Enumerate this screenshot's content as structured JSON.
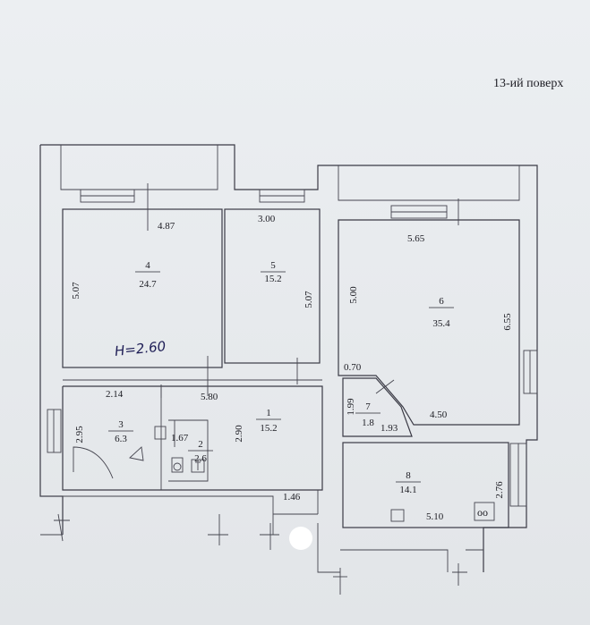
{
  "floor_label": "13-ий поверх",
  "height_note": "H=2.60",
  "rooms": [
    {
      "id": "room-4",
      "number": "4",
      "area": "24.7"
    },
    {
      "id": "room-5",
      "number": "5",
      "area": "15.2"
    },
    {
      "id": "room-6",
      "number": "6",
      "area": "35.4"
    },
    {
      "id": "room-1",
      "number": "1",
      "area": "15.2"
    },
    {
      "id": "room-3",
      "number": "3",
      "area": "6.3"
    },
    {
      "id": "room-2",
      "number": "2",
      "area": "2.6"
    },
    {
      "id": "room-7",
      "number": "7",
      "area": "1.8"
    },
    {
      "id": "room-8",
      "number": "8",
      "area": "14.1"
    }
  ],
  "dimensions": [
    "4.87",
    "3.00",
    "5.65",
    "5.07",
    "5.07",
    "5.00",
    "6.55",
    "0.70",
    "2.14",
    "5.80",
    "1.99",
    "4.50",
    "2.95",
    "1.67",
    "2.90",
    "1.93",
    "1.46",
    "2.76",
    "5.10"
  ],
  "stove_symbol": "oo"
}
